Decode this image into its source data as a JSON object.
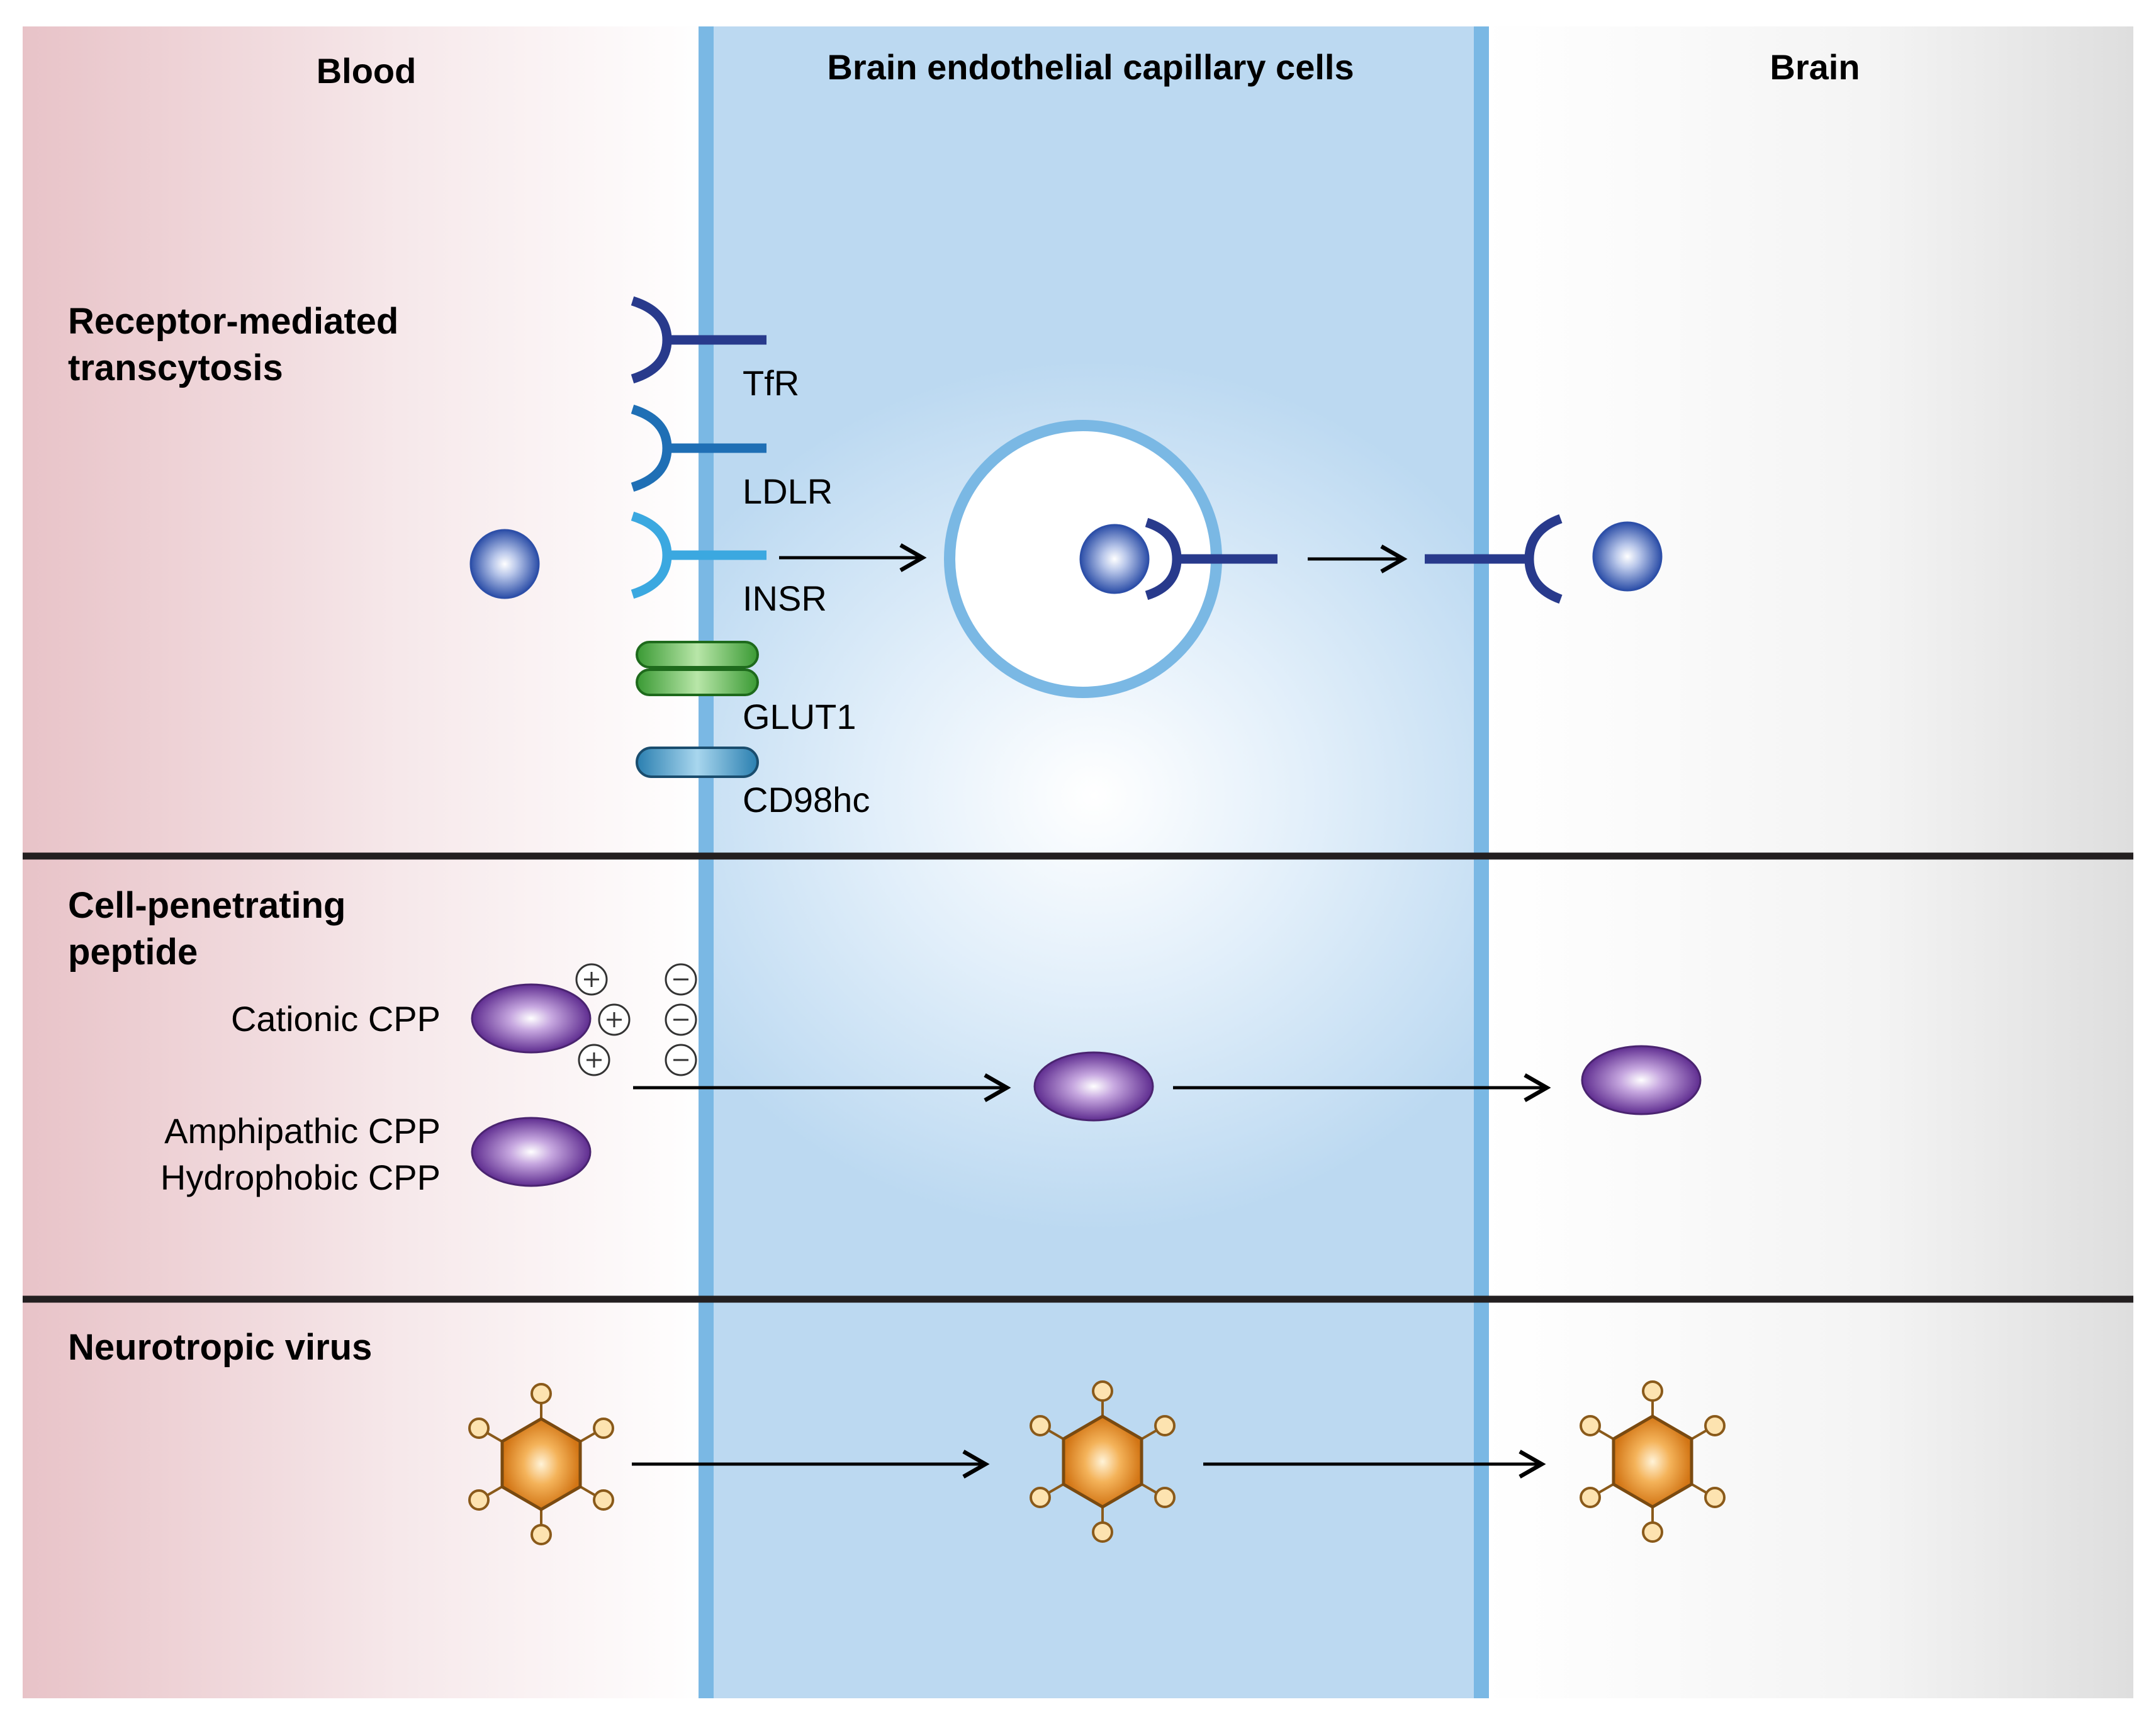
{
  "headers": {
    "blood": "Blood",
    "endothelial": "Brain endothelial capillary cells",
    "brain": "Brain"
  },
  "sections": {
    "rmt": {
      "title_line1": "Receptor-mediated",
      "title_line2": "transcytosis",
      "receptors": [
        "TfR",
        "LDLR",
        "INSR",
        "GLUT1",
        "CD98hc"
      ]
    },
    "cpp": {
      "title_line1": "Cell-penetrating",
      "title_line2": "peptide",
      "labels": [
        "Cationic CPP",
        "Amphipathic CPP",
        "Hydrophobic CPP"
      ]
    },
    "virus": {
      "title": "Neurotropic virus"
    }
  },
  "colors": {
    "blood_zone": "#e8c3c8",
    "endothelial_zone": "#c0dcf2",
    "membrane": "#7ab8e4",
    "brain_zone": "#e0e0e0",
    "tfr": "#283a8c",
    "ldlr": "#1f6fb5",
    "insr": "#3ba8e0",
    "glut1": "#3ea63a",
    "cd98hc": "#2a86b8",
    "peptide": "#6e3a9c",
    "virus": "#e08a24",
    "divider": "#231f20"
  }
}
